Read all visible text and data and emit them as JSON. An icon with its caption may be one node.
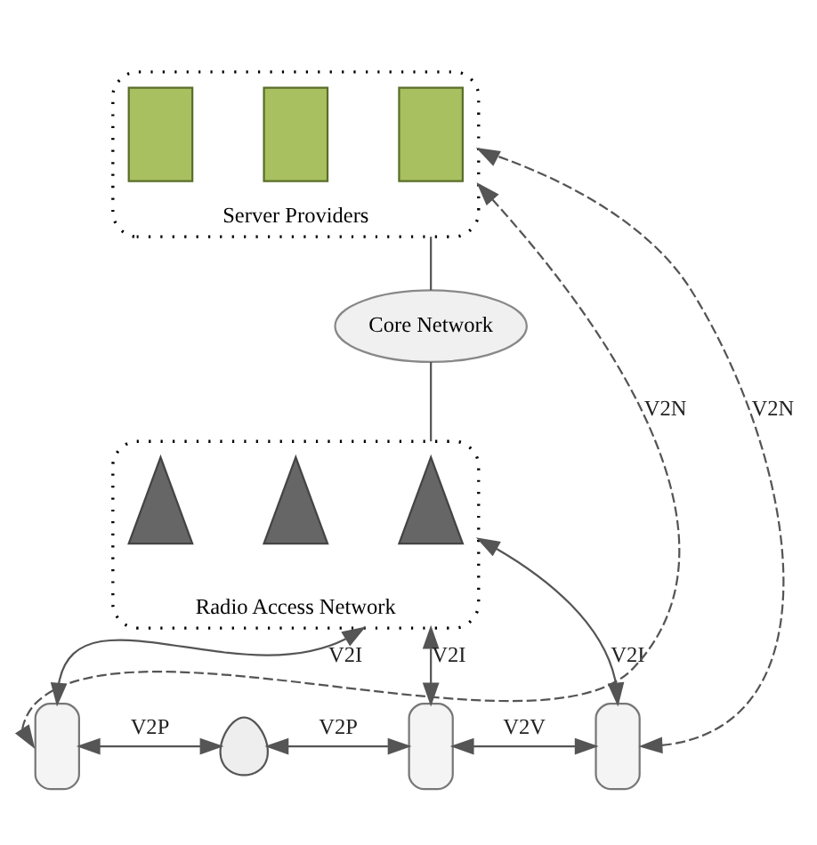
{
  "diagram": {
    "nodes": [
      {
        "text": [
          "Server Providers"
        ]
      },
      {
        "text": [],
        "shape": "box",
        "in": 0
      },
      {
        "text": [],
        "shape": "box",
        "in": 0
      },
      {
        "text": [],
        "shape": "box",
        "in": 0
      },
      {
        "text": [
          "Core Network"
        ]
      },
      {
        "text": [
          "Radio Access Network"
        ]
      },
      {
        "text": [],
        "shape": "picture",
        "in": 5
      },
      {
        "text": [],
        "shape": "picture",
        "in": 5
      },
      {
        "text": [],
        "shape": "picture",
        "in": 5
      },
      {
        "text": [],
        "shape": "box"
      },
      {
        "text": [],
        "shape": "person"
      },
      {
        "text": [],
        "shape": "box"
      },
      {
        "text": [],
        "shape": "box"
      }
    ],
    "edges": [
      {
        "from": 0,
        "to": 4,
        "arrow": "none"
      },
      {
        "from": 4,
        "to": 5,
        "arrow": "none"
      },
      {
        "from": 5,
        "to": 9,
        "arrow": "both",
        "label": "V2I"
      },
      {
        "from": 5,
        "to": 11,
        "arrow": "both",
        "label": "V2I"
      },
      {
        "from": 5,
        "to": 12,
        "arrow": "both",
        "label": "V2I"
      },
      {
        "from": 9,
        "to": 10,
        "arrow": "both",
        "label": "V2P"
      },
      {
        "from": 10,
        "to": 11,
        "arrow": "both",
        "label": "V2P"
      },
      {
        "from": 11,
        "to": 12,
        "arrow": "both",
        "label": "V2V"
      },
      {
        "from": 9,
        "to": 0,
        "arrow": "both",
        "label": "V2N",
        "style": "dashed"
      },
      {
        "from": 12,
        "to": 0,
        "arrow": "both",
        "label": "V2N",
        "style": "dashed"
      }
    ]
  }
}
